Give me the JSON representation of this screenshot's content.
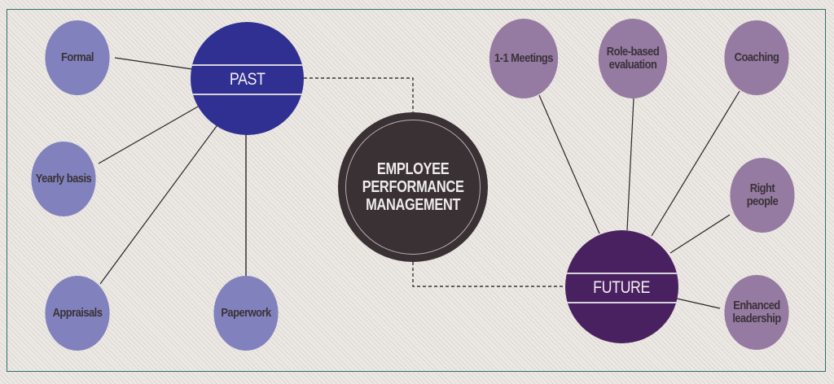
{
  "diagram": {
    "center": {
      "lines": [
        "EMPLOYEE",
        "PERFORMANCE",
        "MANAGEMENT"
      ]
    },
    "past": {
      "label": "PAST",
      "color": "#2f3092",
      "leaf_color": "#8181bd",
      "items": [
        "Formal",
        "Yearly basis",
        "Appraisals",
        "Paperwork"
      ]
    },
    "future": {
      "label": "FUTURE",
      "color": "#4a2160",
      "leaf_color": "#957aa2",
      "items": [
        {
          "lines": [
            "1-1 Meetings"
          ]
        },
        {
          "lines": [
            "Role-based",
            "evaluation"
          ]
        },
        {
          "lines": [
            "Coaching"
          ]
        },
        {
          "lines": [
            "Right",
            "people"
          ]
        },
        {
          "lines": [
            "Enhanced",
            "leadership"
          ]
        }
      ]
    },
    "frame_color": "#2f6f6b"
  }
}
